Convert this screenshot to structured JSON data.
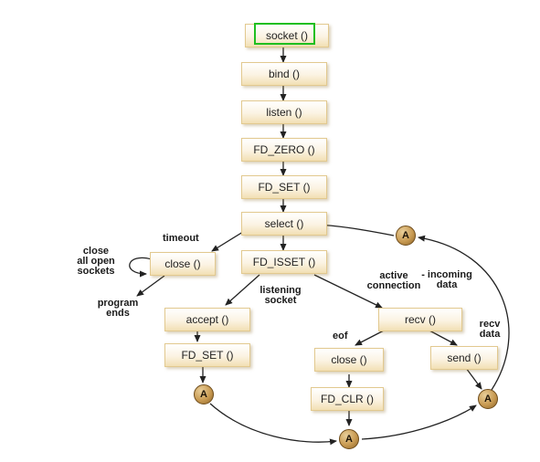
{
  "boxes": {
    "socket": "socket ()",
    "bind": "bind ()",
    "listen": "listen ()",
    "fd_zero": "FD_ZERO ()",
    "fd_set_top": "FD_SET ()",
    "select": "select ()",
    "close_left": "close ()",
    "fd_isset": "FD_ISSET ()",
    "accept": "accept ()",
    "fd_set_bottom": "FD_SET ()",
    "recv": "recv ()",
    "close_mid": "close ()",
    "fd_clr": "FD_CLR ()",
    "send": "send ()"
  },
  "labels": {
    "timeout": "timeout",
    "close_all_1": "close",
    "close_all_2": "all open",
    "close_all_3": "sockets",
    "program_1": "program",
    "program_2": "ends",
    "listening_1": "listening",
    "listening_2": "socket",
    "active_1": "active",
    "active_2": "connection",
    "incoming_1": "- incoming",
    "incoming_2": "data",
    "eof": "eof",
    "recv_data_1": "recv",
    "recv_data_2": "data"
  },
  "connector_label": "A",
  "colors": {
    "highlight": "#1fbf1f",
    "box_border": "#e2c98f",
    "node": "#c89a52",
    "line": "#222222"
  }
}
